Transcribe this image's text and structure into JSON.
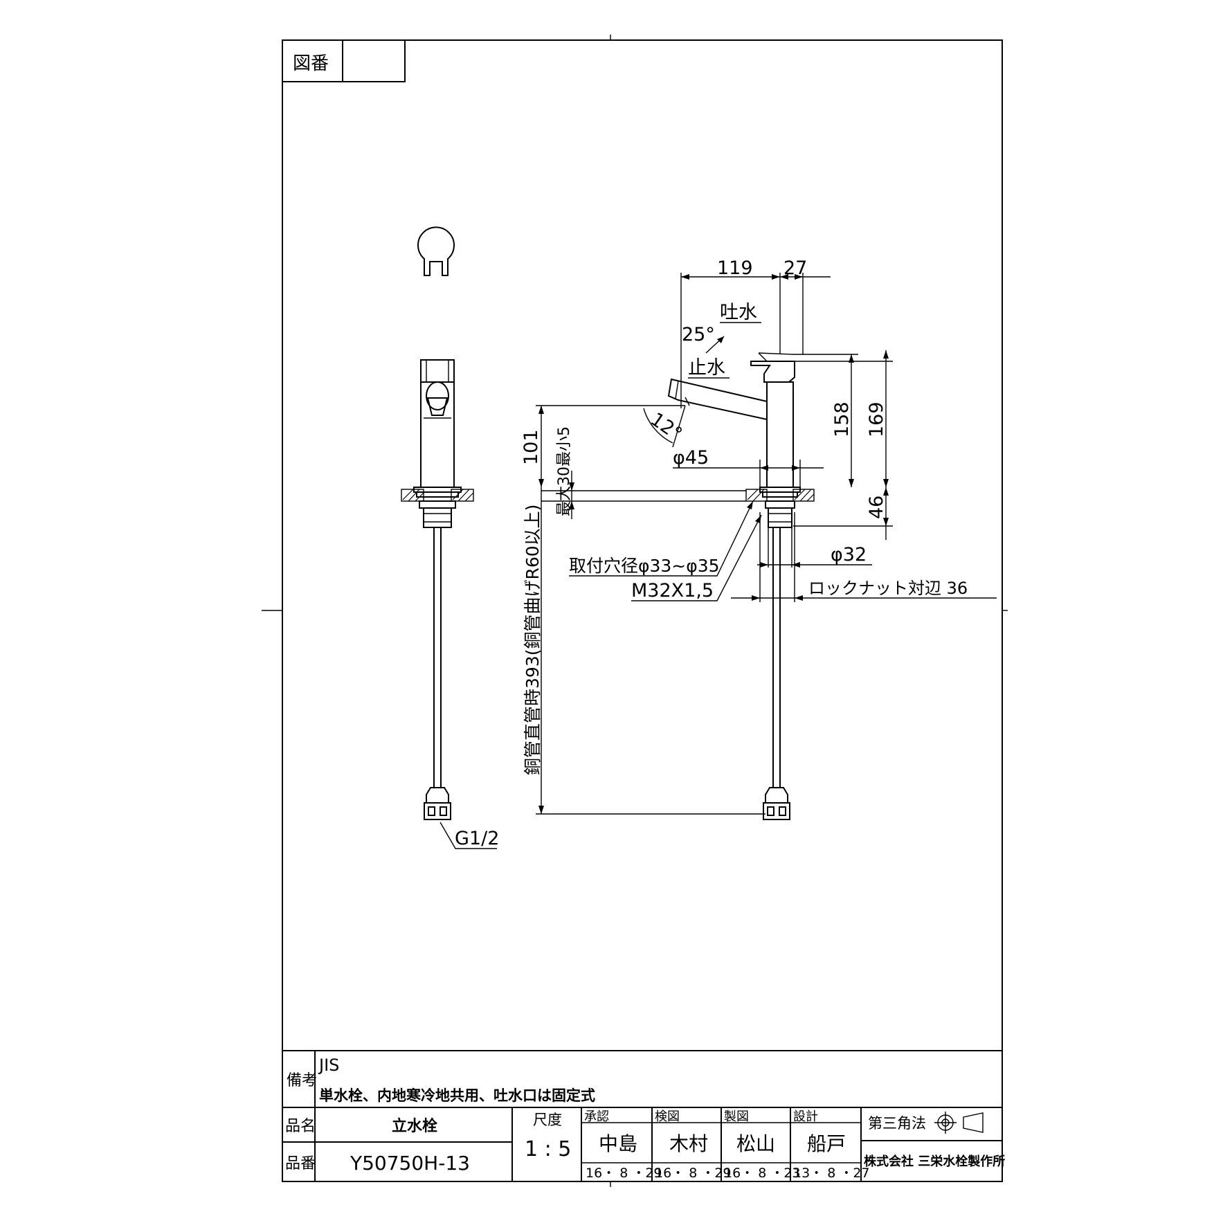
{
  "title_block": {
    "drawing_no_label": "図番",
    "drawing_no_value": "",
    "remarks_label": "備考",
    "remarks_line1": "JIS",
    "remarks_line2": "単水栓、内地寒冷地共用、吐水口は固定式",
    "product_name_label": "品名",
    "product_name": "立水栓",
    "product_no_label": "品番",
    "product_no": "Y50750H-13",
    "scale_label": "尺度",
    "scale_value": "1 : 5",
    "approvals": [
      {
        "label": "承認",
        "name": "中島",
        "date": "16・ 8 ・29"
      },
      {
        "label": "検図",
        "name": "木村",
        "date": "16・ 8 ・29"
      },
      {
        "label": "製図",
        "name": "松山",
        "date": "16・ 8 ・23"
      },
      {
        "label": "設計",
        "name": "船戸",
        "date": "13・ 8 ・27"
      }
    ],
    "projection_label": "第三角法",
    "company": "株式会社 三栄水栓製作所"
  },
  "dimensions": {
    "d119": "119",
    "d27": "27",
    "spout_open": "吐水",
    "spout_close": "止水",
    "angle25": "25°",
    "angle12": "12°",
    "d158": "158",
    "d169": "169",
    "d101": "101",
    "range": "最大30最小5",
    "phi45": "φ45",
    "d46": "46",
    "phi32": "φ32",
    "hole": "取付穴径φ33~φ35",
    "thread": "M32X1,5",
    "locknut": "ロックナット対辺 36",
    "pipe": "銅管直管時393(銅管曲げR60以上)",
    "g12": "G1/2"
  }
}
